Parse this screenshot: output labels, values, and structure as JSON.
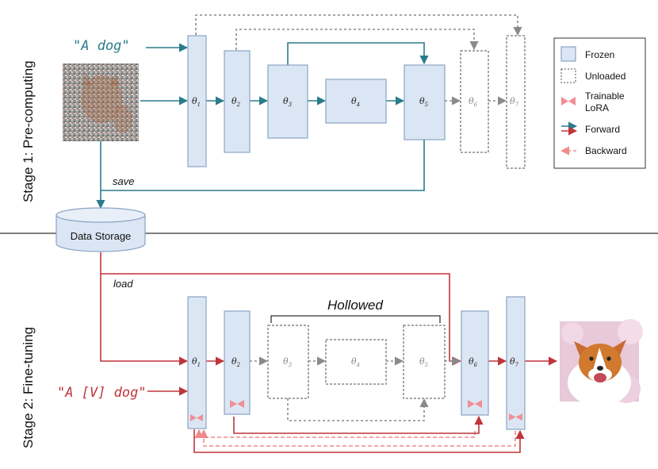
{
  "stage1": {
    "label": "Stage 1: Pre-computing",
    "prompt": "\"A dog\"",
    "save_label": "save",
    "blocks": [
      {
        "sym": "θ",
        "sub": "1",
        "state": "frozen"
      },
      {
        "sym": "θ",
        "sub": "2",
        "state": "frozen"
      },
      {
        "sym": "θ",
        "sub": "3",
        "state": "frozen"
      },
      {
        "sym": "θ",
        "sub": "4",
        "state": "frozen"
      },
      {
        "sym": "θ",
        "sub": "5",
        "state": "frozen"
      },
      {
        "sym": "θ",
        "sub": "6",
        "state": "unloaded"
      },
      {
        "sym": "θ",
        "sub": "7",
        "state": "unloaded"
      }
    ]
  },
  "storage": {
    "label": "Data Storage"
  },
  "stage2": {
    "label": "Stage 2: Fine-tuning",
    "prompt": "\"A [V] dog\"",
    "load_label": "load",
    "hollowed_label": "Hollowed",
    "blocks": [
      {
        "sym": "θ",
        "sub": "1",
        "state": "frozen-lora"
      },
      {
        "sym": "θ",
        "sub": "2",
        "state": "frozen-lora"
      },
      {
        "sym": "θ",
        "sub": "3",
        "state": "unloaded"
      },
      {
        "sym": "θ",
        "sub": "4",
        "state": "unloaded"
      },
      {
        "sym": "θ",
        "sub": "5",
        "state": "unloaded"
      },
      {
        "sym": "θ",
        "sub": "6",
        "state": "frozen-lora"
      },
      {
        "sym": "θ",
        "sub": "7",
        "state": "frozen-lora"
      }
    ]
  },
  "legend": {
    "frozen": "Frozen",
    "unloaded": "Unloaded",
    "trainable_line1": "Trainable",
    "trainable_line2": "LoRA",
    "forward": "Forward",
    "backward": "Backward"
  },
  "colors": {
    "frozen_fill": "#dbe6f4",
    "frozen_stroke": "#8aa3c4",
    "unloaded_stroke": "#8a8a8a",
    "forward_teal": "#2b7b8a",
    "forward_red": "#c0353c",
    "backward_pink": "#ef8a8a",
    "lora": "#ef8f95",
    "divider": "#333333"
  }
}
